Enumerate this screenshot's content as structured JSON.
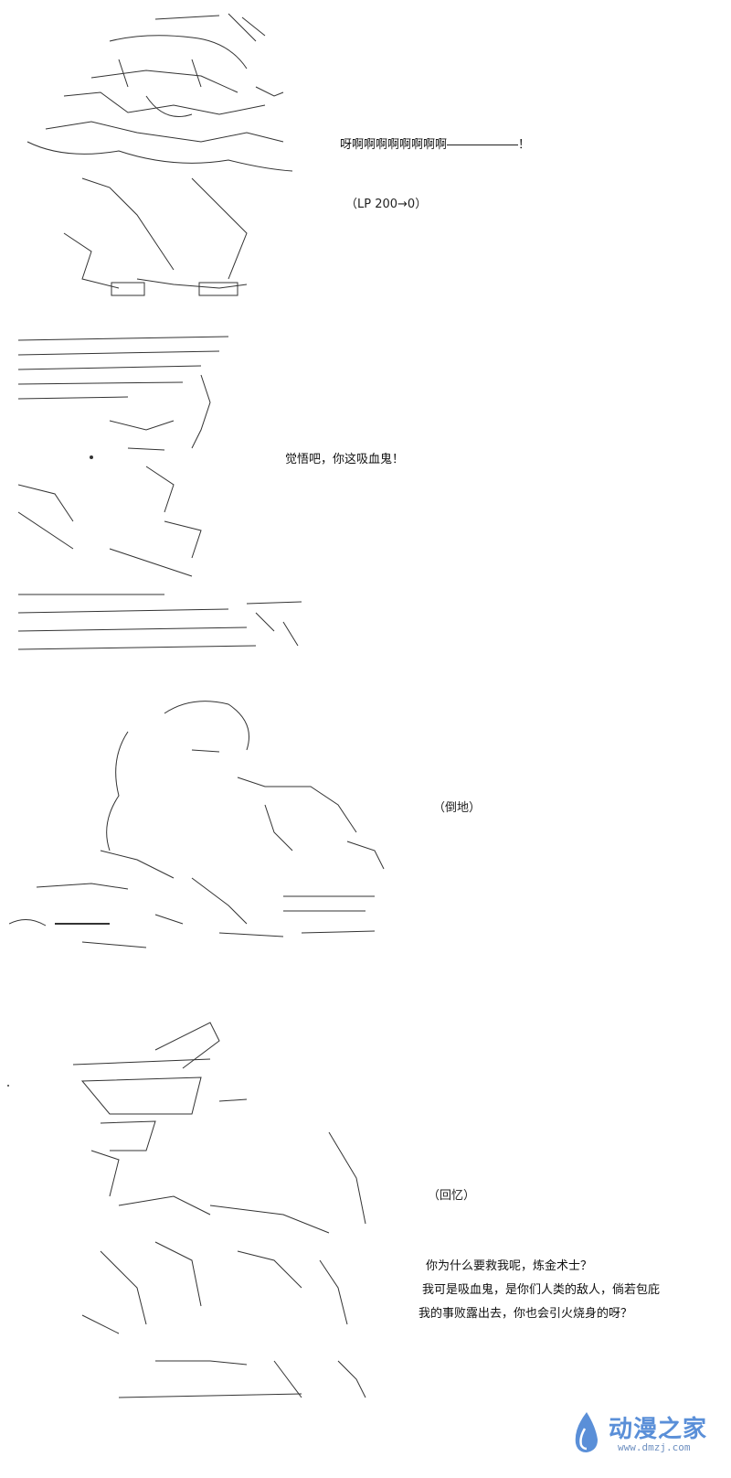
{
  "panels": [
    {
      "dialogue": [
        "呀啊啊啊啊啊啊啊啊――――――！"
      ],
      "stage": "（LP 200→0）"
    },
    {
      "dialogue": [
        "觉悟吧，你这吸血鬼！"
      ]
    },
    {
      "stage": "（倒地）"
    },
    {
      "stage": "（回忆）",
      "dialogue": [
        "你为什么要救我呢，炼金术士？",
        "我可是吸血鬼，是你们人类的敌人，倘若包庇",
        "我的事败露出去，你也会引火烧身的呀？"
      ]
    }
  ],
  "watermark": {
    "name": "动漫之家",
    "url": "www.dmzj.com"
  },
  "colors": {
    "ink": "#111111",
    "watermark_blue": "#5a8fd8"
  }
}
